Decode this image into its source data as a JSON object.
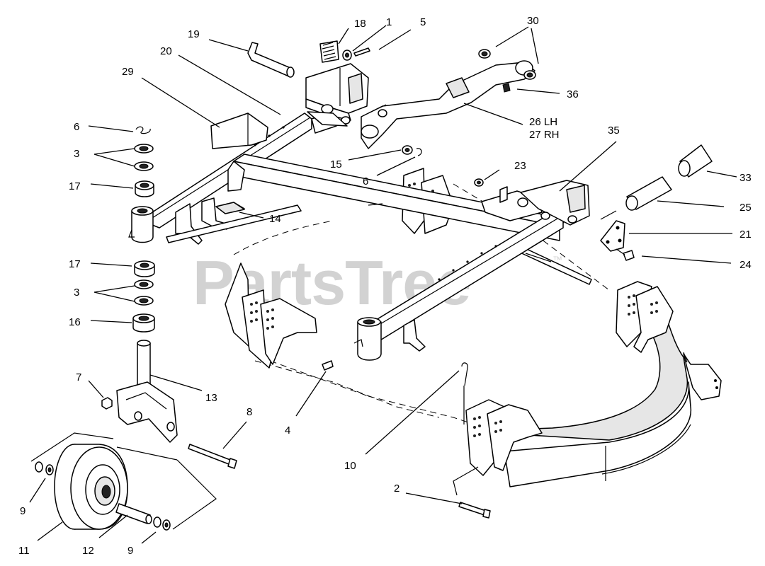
{
  "watermark": {
    "text": "PartsTree",
    "trademark": "™"
  },
  "callouts": [
    {
      "id": "c-18",
      "text": "18"
    },
    {
      "id": "c-1",
      "text": "1"
    },
    {
      "id": "c-5",
      "text": "5"
    },
    {
      "id": "c-30",
      "text": "30"
    },
    {
      "id": "c-19",
      "text": "19"
    },
    {
      "id": "c-20",
      "text": "20"
    },
    {
      "id": "c-29",
      "text": "29"
    },
    {
      "id": "c-36",
      "text": "36"
    },
    {
      "id": "c-26",
      "text": "26 LH"
    },
    {
      "id": "c-27",
      "text": "27 RH"
    },
    {
      "id": "c-6a",
      "text": "6"
    },
    {
      "id": "c-35",
      "text": "35"
    },
    {
      "id": "c-3a",
      "text": "3"
    },
    {
      "id": "c-15",
      "text": "15"
    },
    {
      "id": "c-23",
      "text": "23"
    },
    {
      "id": "c-33",
      "text": "33"
    },
    {
      "id": "c-17a",
      "text": "17"
    },
    {
      "id": "c-6b",
      "text": "6"
    },
    {
      "id": "c-25",
      "text": "25"
    },
    {
      "id": "c-14",
      "text": "14"
    },
    {
      "id": "c-21",
      "text": "21"
    },
    {
      "id": "c-24",
      "text": "24"
    },
    {
      "id": "c-17b",
      "text": "17"
    },
    {
      "id": "c-3b",
      "text": "3"
    },
    {
      "id": "c-16",
      "text": "16"
    },
    {
      "id": "c-7",
      "text": "7"
    },
    {
      "id": "c-13",
      "text": "13"
    },
    {
      "id": "c-8",
      "text": "8"
    },
    {
      "id": "c-4",
      "text": "4"
    },
    {
      "id": "c-10",
      "text": "10"
    },
    {
      "id": "c-2",
      "text": "2"
    },
    {
      "id": "c-9a",
      "text": "9"
    },
    {
      "id": "c-11",
      "text": "11"
    },
    {
      "id": "c-12",
      "text": "12"
    },
    {
      "id": "c-9b",
      "text": "9"
    }
  ]
}
